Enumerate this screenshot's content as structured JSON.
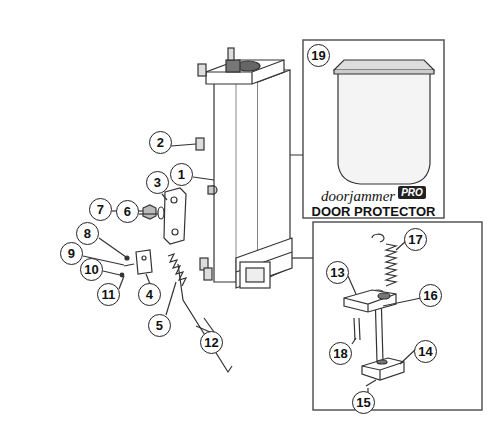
{
  "diagram": {
    "nodes": [
      {
        "text": [
          "doorjammer",
          "PRO",
          "DOOR PROTECTOR"
        ]
      }
    ],
    "labels": [
      "19",
      "2",
      "1",
      "3",
      "7",
      "6",
      "8",
      "9",
      "10",
      "11",
      "4",
      "5",
      "12",
      "17",
      "13",
      "16",
      "14",
      "18",
      "15"
    ]
  }
}
